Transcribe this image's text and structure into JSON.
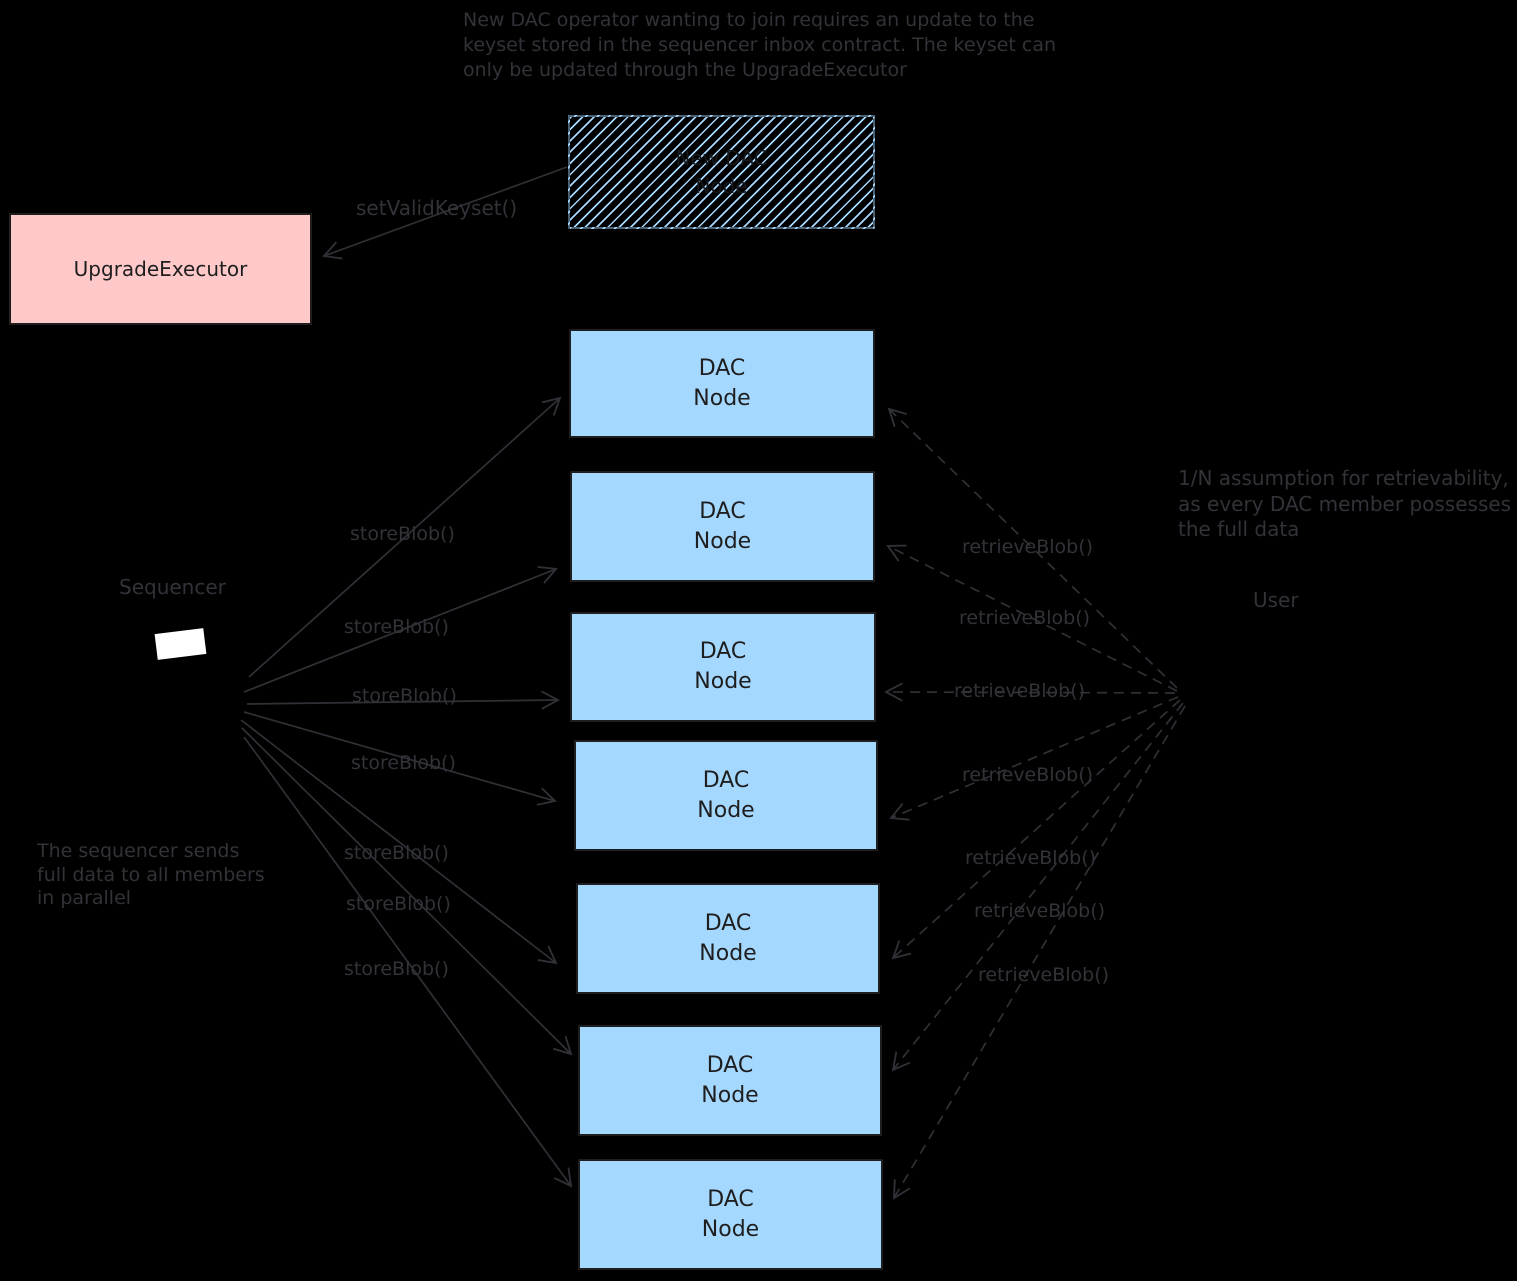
{
  "diagram": {
    "background": "#000000",
    "colors": {
      "dac_node_fill": "#a5d8ff",
      "upgrade_executor_fill": "#ffc9c9",
      "stroke_gray": "#2f3136",
      "box_text": "#1e1e1e",
      "sequencer_screen": "#ffffff"
    },
    "annotations": {
      "top_note": "New DAC operator wanting to join requires an update to the keyset stored in the sequencer inbox contract. The keyset can only be updated through the UpgradeExecutor",
      "left_note": "The sequencer sends full data to all members in parallel",
      "right_note": "1/N assumption for retrievability, as every DAC member possesses the full data"
    },
    "nodes": {
      "upgrade_executor": {
        "label": "UpgradeExecutor"
      },
      "new_dac_node": {
        "label": "New DAC Node"
      },
      "sequencer": {
        "label": "Sequencer"
      },
      "user": {
        "label": "User"
      },
      "dac_nodes": [
        {
          "label": "DAC Node"
        },
        {
          "label": "DAC Node"
        },
        {
          "label": "DAC Node"
        },
        {
          "label": "DAC Node"
        },
        {
          "label": "DAC Node"
        },
        {
          "label": "DAC Node"
        },
        {
          "label": "DAC Node"
        }
      ]
    },
    "edges": {
      "set_valid_keyset": {
        "label": "setValidKeyset()"
      },
      "store": [
        {
          "label": "storeBlob()"
        },
        {
          "label": "storeBlob()"
        },
        {
          "label": "storeBlob()"
        },
        {
          "label": "storeBlob()"
        },
        {
          "label": "storeBlob()"
        },
        {
          "label": "storeBlob()"
        },
        {
          "label": "storeBlob()"
        }
      ],
      "retrieve": [
        {
          "label": "retrieveBlob()"
        },
        {
          "label": "retrieveBlob()"
        },
        {
          "label": "retrieveBlob()"
        },
        {
          "label": "retrieveBlob()"
        },
        {
          "label": "retrieveBlob()"
        },
        {
          "label": "retrieveBlob()"
        },
        {
          "label": "retrieveBlob()"
        }
      ]
    },
    "icons": {
      "sequencer_screen": "white-screen-rectangle"
    }
  }
}
